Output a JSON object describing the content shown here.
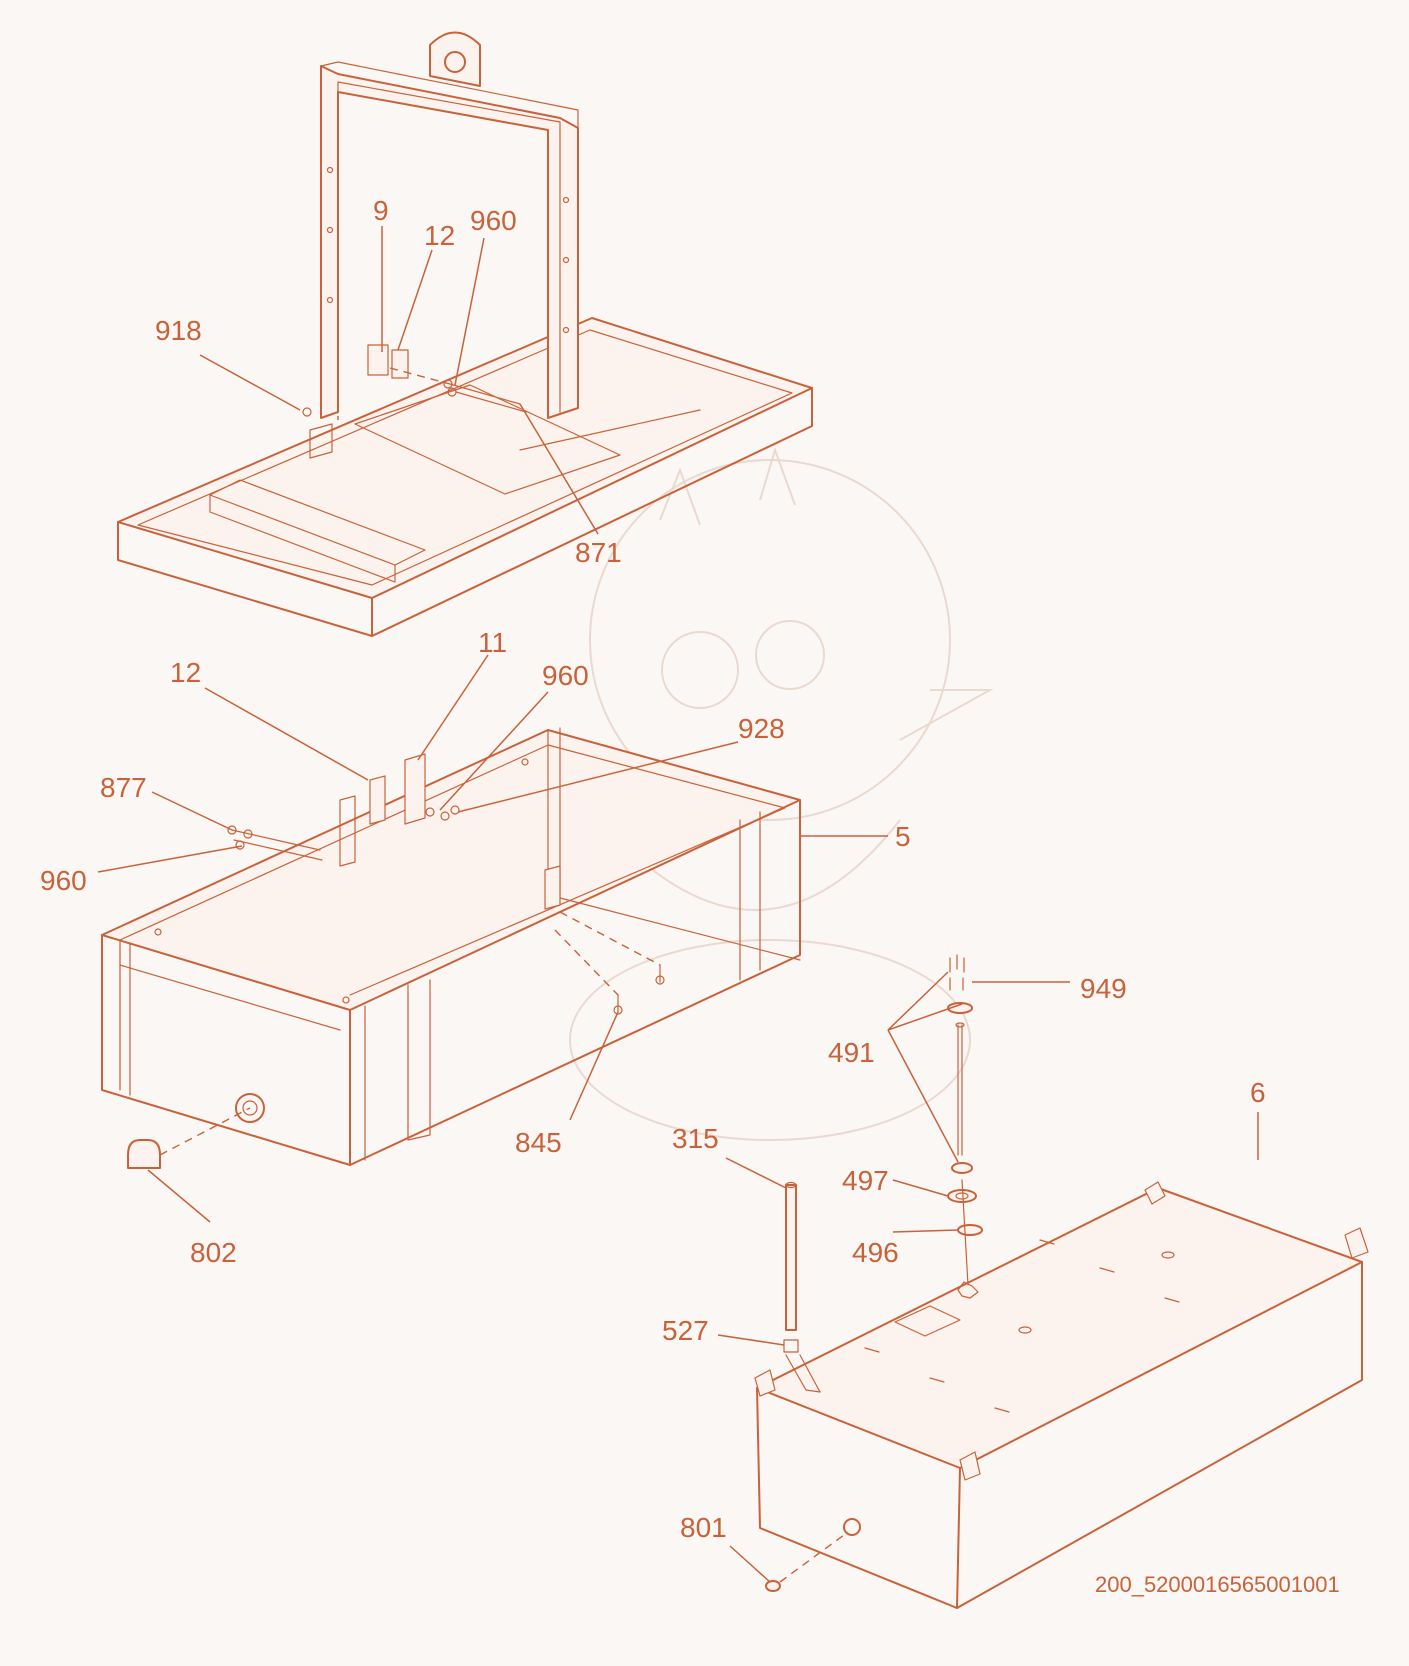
{
  "diagram": {
    "callouts": {
      "c9": "9",
      "c12a": "12",
      "c960a": "960",
      "c918": "918",
      "c871": "871",
      "c11": "11",
      "c12b": "12",
      "c960b": "960",
      "c928": "928",
      "c877": "877",
      "c960c": "960",
      "c5": "5",
      "c845": "845",
      "c802": "802",
      "c949": "949",
      "c491": "491",
      "c6": "6",
      "c315": "315",
      "c497": "497",
      "c496": "496",
      "c527": "527",
      "c801": "801"
    },
    "document_id": "200_5200016565001001"
  },
  "colors": {
    "line": "#c9623a",
    "background": "#fbf7f4",
    "watermark": "#ead9d0"
  }
}
